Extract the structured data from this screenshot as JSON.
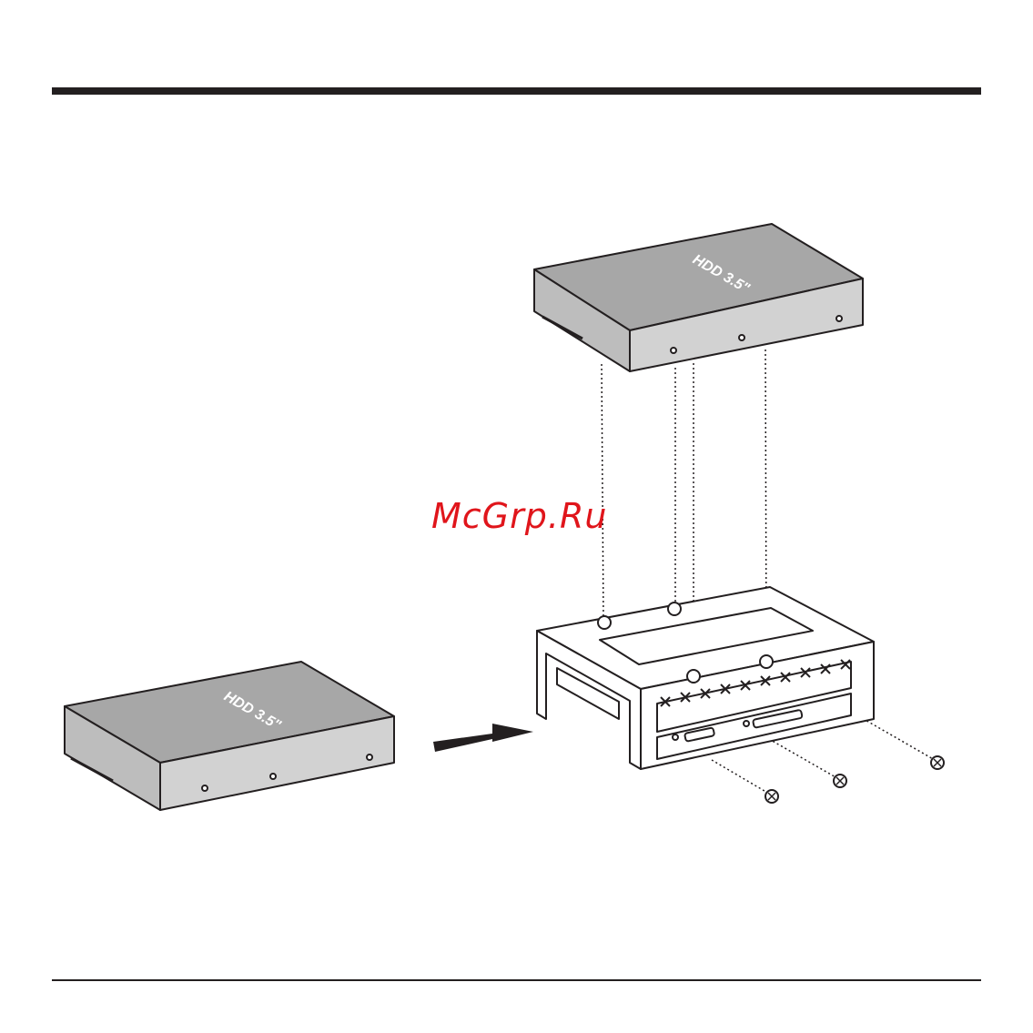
{
  "watermark": {
    "text": "McGrp.Ru"
  },
  "drives": {
    "top": {
      "label": "HDD 3.5\""
    },
    "left": {
      "label": "HDD 3.5\""
    }
  },
  "colors": {
    "rule": "#231f20",
    "watermark": "#e0151b",
    "drive_top": "#a7a7a7",
    "drive_side": "#cfcfcf",
    "bracket": "#ffffff",
    "outline": "#231f20"
  },
  "icons": {
    "arrow": "arrow-right-icon",
    "screw": "screw-icon"
  }
}
